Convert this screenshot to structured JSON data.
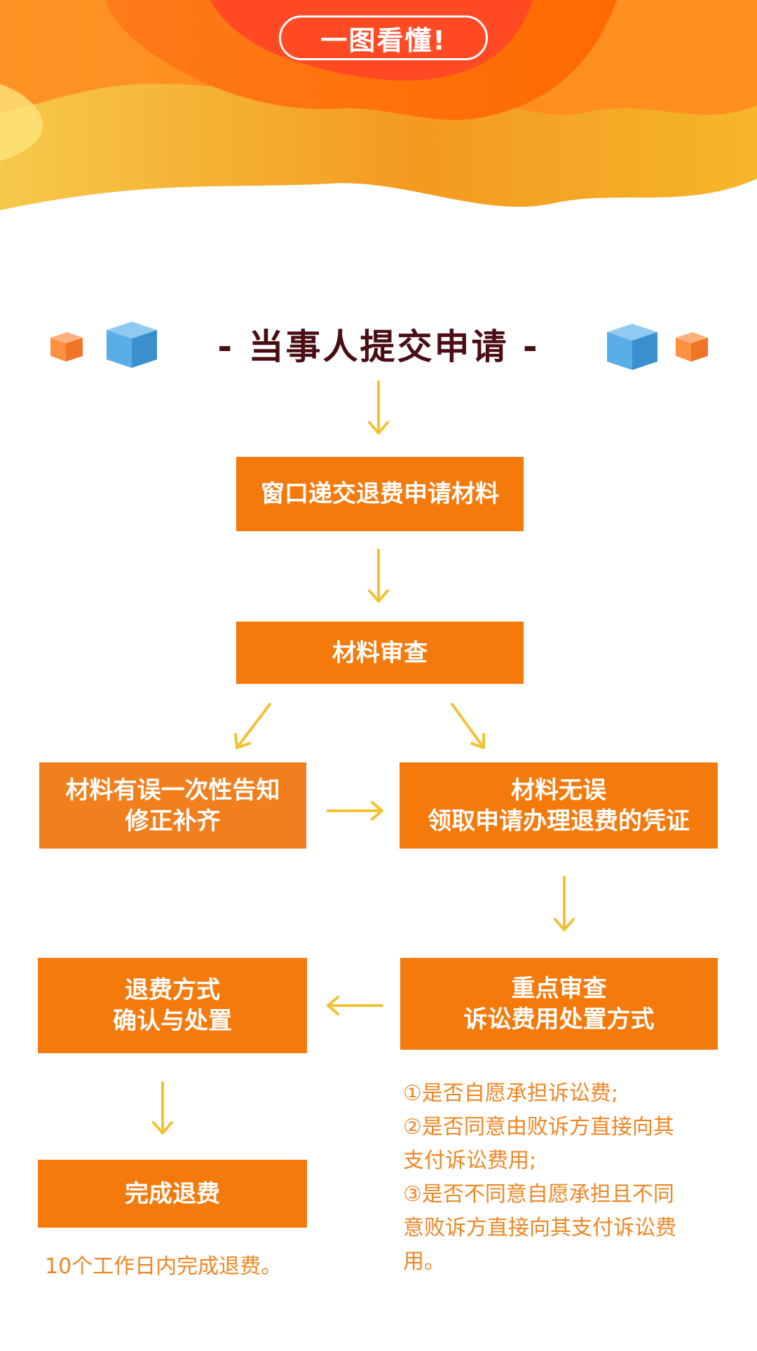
{
  "header": {
    "badge": "一图看懂!"
  },
  "title": "- 当事人提交申请 -",
  "steps": {
    "submit": "窗口递交退费申请材料",
    "review": "材料审查",
    "error": {
      "line1": "材料有误一次性告知",
      "line2": "修正补齐"
    },
    "ok": {
      "line1": "材料无误",
      "line2": "领取申请办理退费的凭证"
    },
    "focus": {
      "line1": "重点审查",
      "line2": "诉讼费用处置方式"
    },
    "method": {
      "line1": "退费方式",
      "line2": "确认与处置"
    },
    "done": "完成退费"
  },
  "notes": {
    "done": "10个工作日内完成退费。",
    "focus": {
      "line1": "①是否自愿承担诉讼费;",
      "line2": "②是否同意由败诉方直接向其",
      "line3": "支付诉讼费用;",
      "line4": "③是否不同意自愿承担且不同",
      "line5": "意败诉方直接向其支付诉讼费",
      "line6": "用。"
    }
  },
  "colors": {
    "box": "#f57a0c",
    "arrow": "#f1c232",
    "title": "#4a0e14",
    "note": "#f08622",
    "cube_orange": "#ff9142",
    "cube_blue": "#4aa3df"
  }
}
